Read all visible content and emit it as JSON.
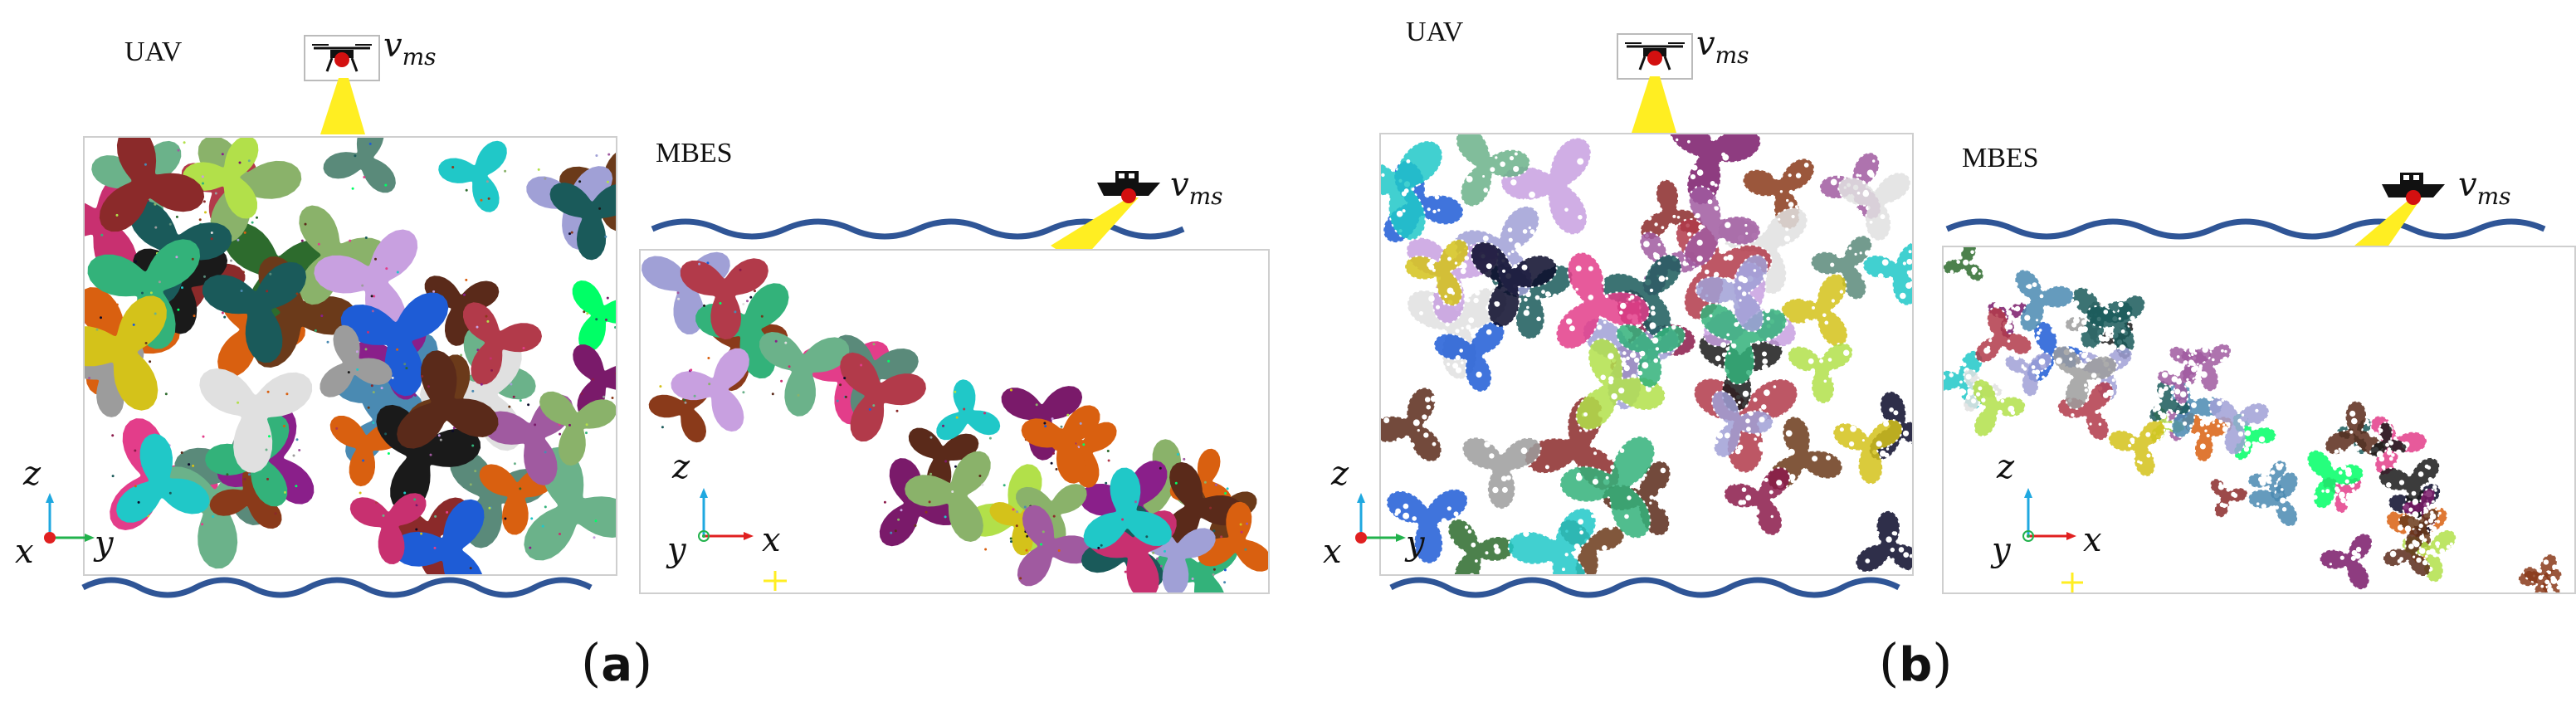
{
  "panels": [
    {
      "id": "a",
      "caption_open": "(",
      "caption_letter": "a",
      "caption_close": ")",
      "uav_label": "UAV",
      "mbes_label": "MBES",
      "vms_symbol": "v",
      "vms_sub": "ms",
      "uav_axes": {
        "z": "z",
        "x": "x",
        "y": "y"
      },
      "mbes_axes": {
        "z": "z",
        "x": "x",
        "y": "y"
      },
      "style": "solid"
    },
    {
      "id": "b",
      "caption_open": "(",
      "caption_letter": "b",
      "caption_close": ")",
      "uav_label": "UAV",
      "mbes_label": "MBES",
      "vms_symbol": "v",
      "vms_sub": "ms",
      "uav_axes": {
        "z": "z",
        "x": "x",
        "y": "y"
      },
      "mbes_axes": {
        "z": "z",
        "x": "x",
        "y": "y"
      },
      "style": "scattered"
    }
  ],
  "colors": {
    "wave": "#2f5596",
    "beam": "#ffee22",
    "frame": "#cfcfcf",
    "axis_z": "#1fa8e0",
    "axis_x": "#e02020",
    "axis_y": "#22b24c",
    "segments": [
      "#8b1a4a",
      "#2d6b2d",
      "#00ff66",
      "#8b2a2a",
      "#1e5cd6",
      "#d4c21a",
      "#8a1f8a",
      "#e0e0e0",
      "#8a3a1a",
      "#e33d8a",
      "#33b27a",
      "#6b3a1a",
      "#a05aa0",
      "#0a0a2a",
      "#5a8a7a",
      "#8ab26a",
      "#1a5a5a",
      "#d96010",
      "#5a2a1a",
      "#9c9c9c",
      "#b23a4a",
      "#4a8ab2",
      "#c8a0e0",
      "#1a1a1a",
      "#6bb28a",
      "#20c8c8",
      "#b2e04a",
      "#a0a0d6",
      "#7a1a6a",
      "#c83070"
    ]
  }
}
